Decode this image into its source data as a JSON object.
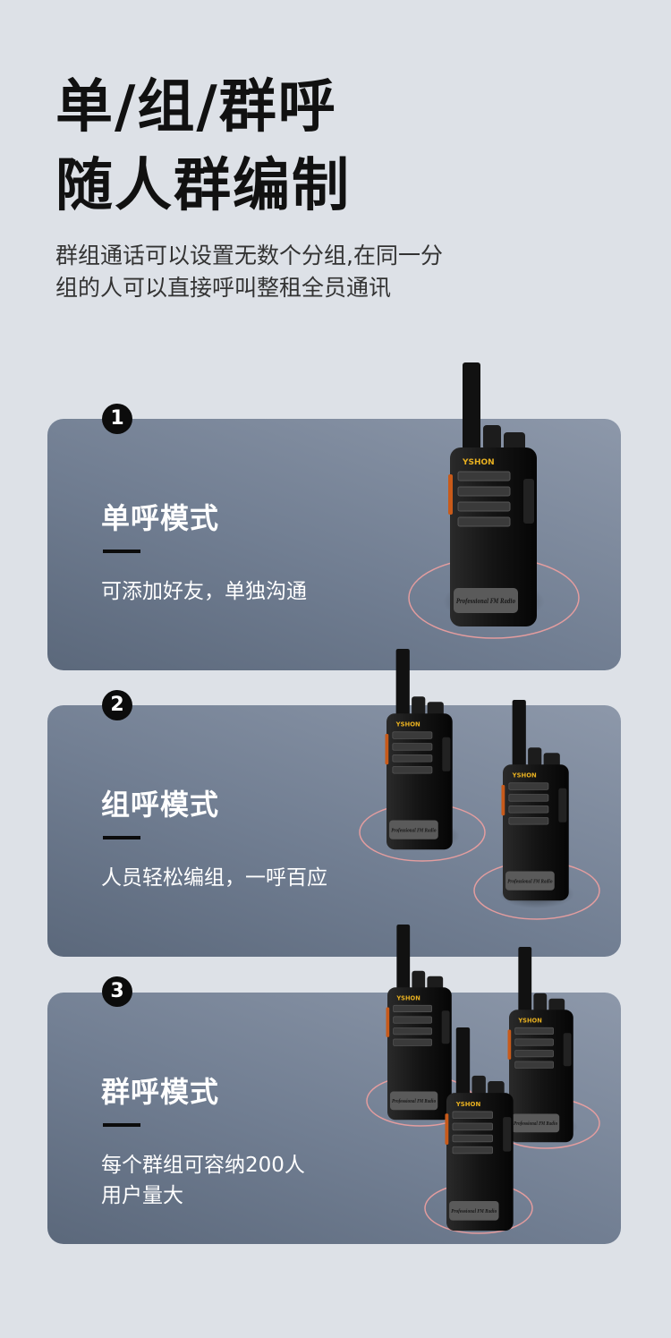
{
  "header": {
    "title_line1": "单/组/群呼",
    "title_line2": "随人群编制",
    "description": "群组通话可以设置无数个分组,在同一分组的人可以直接呼叫整租全员通讯"
  },
  "modes": [
    {
      "number": "1",
      "title": "单呼模式",
      "description": "可添加好友，单独沟通",
      "radio_count": 1
    },
    {
      "number": "2",
      "title": "组呼模式",
      "description": "人员轻松编组，一呼百应",
      "radio_count": 2
    },
    {
      "number": "3",
      "title": "群呼模式",
      "description_line1": "每个群组可容纳200人",
      "description_line2": "用户量大",
      "radio_count": 3
    }
  ],
  "product": {
    "brand": "YSHON",
    "label": "Professional FM Radio"
  },
  "colors": {
    "background": "#dde1e7",
    "card_dark": "#5b687b",
    "card_light": "#8d98aa",
    "ring": "#f0a0a0",
    "logo": "#e8b020"
  }
}
